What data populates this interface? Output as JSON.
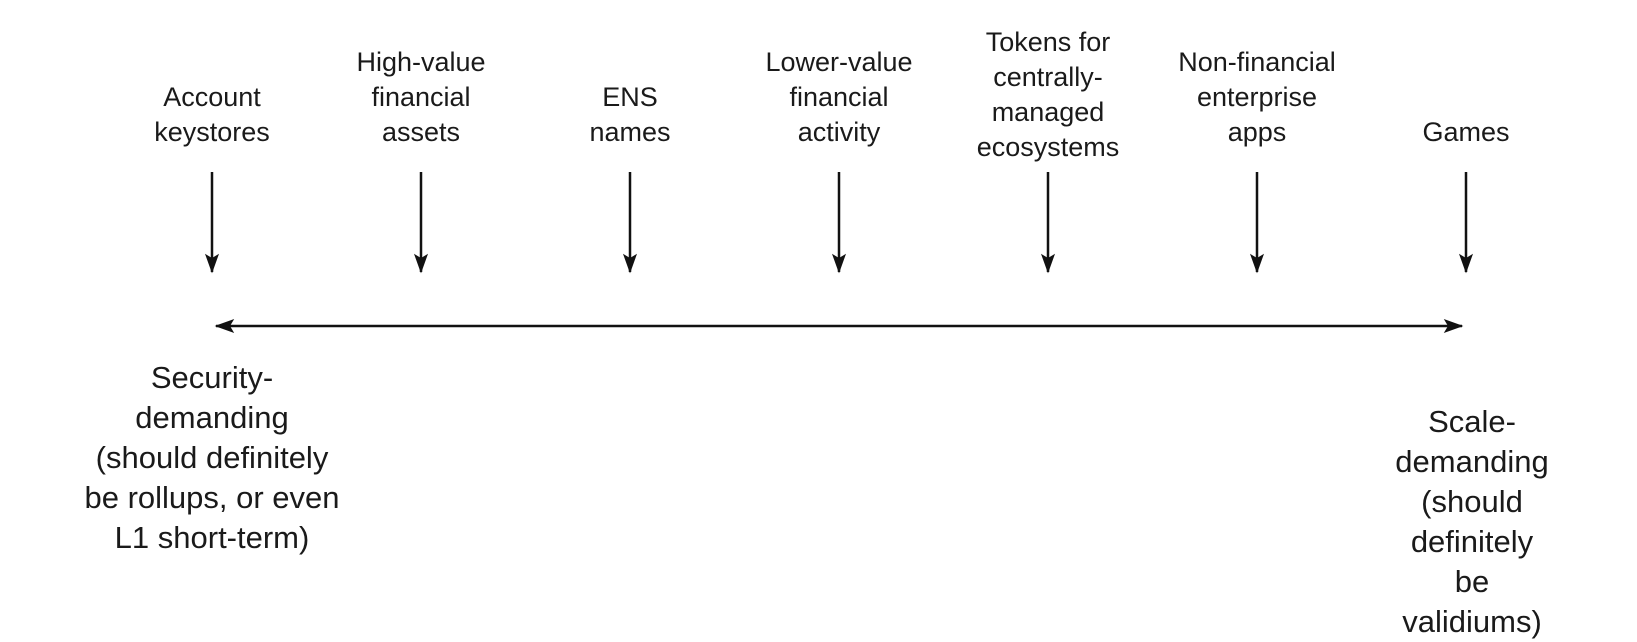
{
  "categories": [
    {
      "label": "Account\nkeystores"
    },
    {
      "label": "High-value\nfinancial\nassets"
    },
    {
      "label": "ENS\nnames"
    },
    {
      "label": "Lower-value\nfinancial\nactivity"
    },
    {
      "label": "Tokens for\ncentrally-\nmanaged\necosystems"
    },
    {
      "label": "Non-financial\nenterprise\napps"
    },
    {
      "label": "Games"
    }
  ],
  "spectrum": {
    "left_label": "Security-\ndemanding\n(should definitely\nbe rollups, or even\nL1 short-term)",
    "right_label": "Scale-demanding\n(should definitely\nbe validiums)"
  }
}
